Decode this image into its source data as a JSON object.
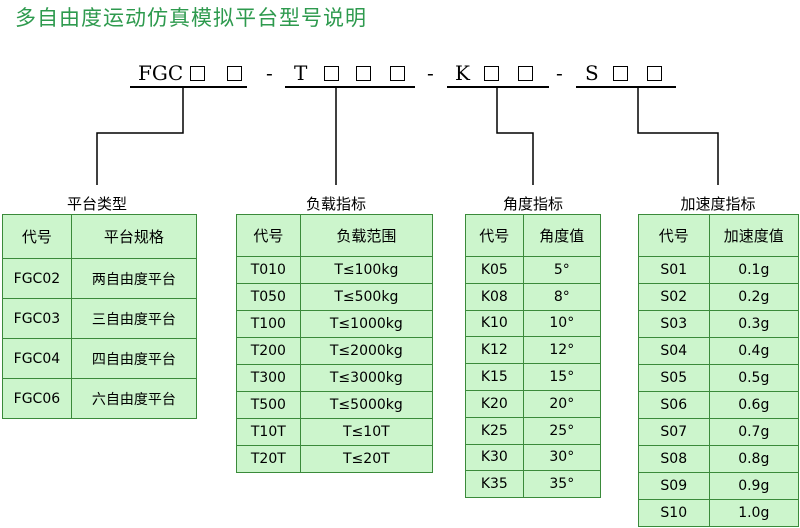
{
  "title": "多自由度运动仿真模拟平台型号说明",
  "code": {
    "prefix": "FGC",
    "dash1": "-",
    "t_letter": "T",
    "dash2": "-",
    "k_letter": "K",
    "dash3": "-",
    "s_letter": "S"
  },
  "groups": [
    {
      "label": "平台类型",
      "headers": [
        "代号",
        "平台规格"
      ],
      "rows": [
        [
          "FGC02",
          "两自由度平台"
        ],
        [
          "FGC03",
          "三自由度平台"
        ],
        [
          "FGC04",
          "四自由度平台"
        ],
        [
          "FGC06",
          "六自由度平台"
        ]
      ]
    },
    {
      "label": "负载指标",
      "headers": [
        "代号",
        "负载范围"
      ],
      "rows": [
        [
          "T010",
          "T≤100kg"
        ],
        [
          "T050",
          "T≤500kg"
        ],
        [
          "T100",
          "T≤1000kg"
        ],
        [
          "T200",
          "T≤2000kg"
        ],
        [
          "T300",
          "T≤3000kg"
        ],
        [
          "T500",
          "T≤5000kg"
        ],
        [
          "T10T",
          "T≤10T"
        ],
        [
          "T20T",
          "T≤20T"
        ]
      ]
    },
    {
      "label": "角度指标",
      "headers": [
        "代号",
        "角度值"
      ],
      "rows": [
        [
          "K05",
          "5°"
        ],
        [
          "K08",
          "8°"
        ],
        [
          "K10",
          "10°"
        ],
        [
          "K12",
          "12°"
        ],
        [
          "K15",
          "15°"
        ],
        [
          "K20",
          "20°"
        ],
        [
          "K25",
          "25°"
        ],
        [
          "K30",
          "30°"
        ],
        [
          "K35",
          "35°"
        ]
      ]
    },
    {
      "label": "加速度指标",
      "headers": [
        "代号",
        "加速度值"
      ],
      "rows": [
        [
          "S01",
          "0.1g"
        ],
        [
          "S02",
          "0.2g"
        ],
        [
          "S03",
          "0.3g"
        ],
        [
          "S04",
          "0.4g"
        ],
        [
          "S05",
          "0.5g"
        ],
        [
          "S06",
          "0.6g"
        ],
        [
          "S07",
          "0.7g"
        ],
        [
          "S08",
          "0.8g"
        ],
        [
          "S09",
          "0.9g"
        ],
        [
          "S10",
          "1.0g"
        ]
      ]
    }
  ]
}
